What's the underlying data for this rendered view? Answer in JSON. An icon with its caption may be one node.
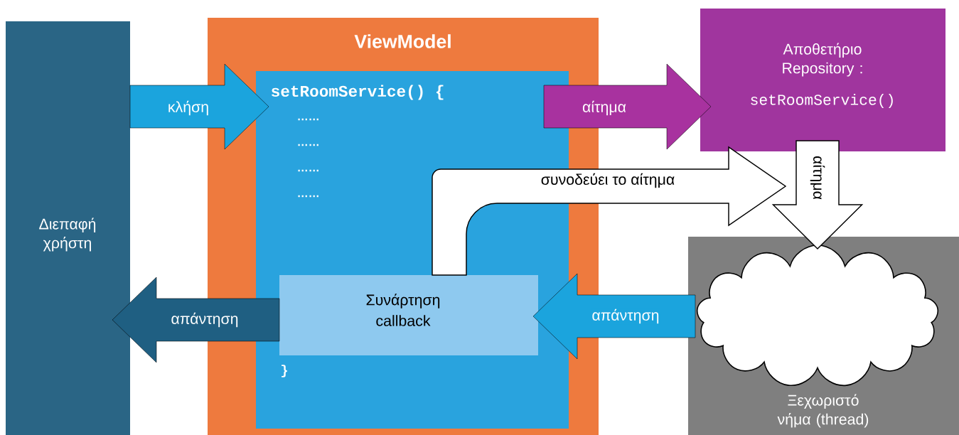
{
  "diagram": {
    "nodes": [
      {
        "text": [
          "Διεπαφή χρήστη"
        ]
      },
      {
        "text": [
          "ViewModel"
        ]
      },
      {
        "text": [
          "setRoomService() {",
          "……",
          "……",
          "……",
          "……"
        ],
        "in": 1
      },
      {
        "text": [
          "Συνάρτηση callback"
        ],
        "in": 2
      },
      {
        "text": [
          "Αποθετήριο Repository :",
          "setRoomService()"
        ]
      },
      {
        "text": [
          "Ξεχωριστό νήμα (thread)"
        ]
      },
      {
        "text": [],
        "shape": "cloud",
        "in": 5
      }
    ],
    "edges": [
      {
        "from": 0,
        "to": 2,
        "arrow": "to",
        "label": "κλήση"
      },
      {
        "from": 2,
        "to": 4,
        "arrow": "to",
        "label": "αίτημα",
        "color": "#a8329f"
      },
      {
        "from": 4,
        "to": 6,
        "arrow": "to",
        "label": "αίτημα",
        "color": "#ffffff"
      },
      {
        "from": 3,
        "to": null,
        "arrow": "to",
        "label": "συνοδεύει το αίτημα",
        "color": "#ffffff"
      },
      {
        "from": 6,
        "to": 3,
        "arrow": "to",
        "label": "απάντηση"
      },
      {
        "from": 3,
        "to": 0,
        "arrow": "to",
        "label": "απάντηση",
        "color": "#1f5f82"
      }
    ],
    "labels": [
      "}"
    ]
  }
}
